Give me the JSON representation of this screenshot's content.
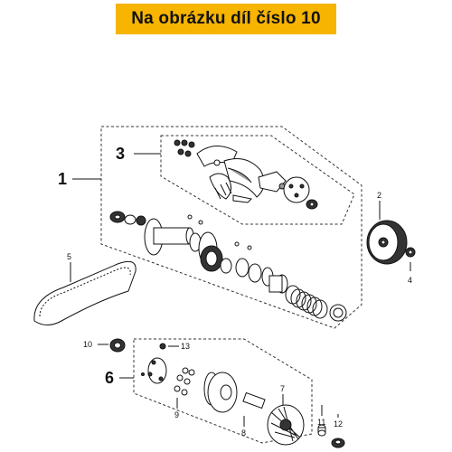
{
  "banner": {
    "text": "Na obrázku díl číslo 10",
    "color": "#f7b400"
  },
  "callouts": {
    "c1": "1",
    "c2": "2",
    "c3": "3",
    "c4": "4",
    "c5": "5",
    "c6": "6",
    "c7": "7",
    "c8": "8",
    "c9": "9",
    "c10": "10",
    "c11": "11",
    "c12": "12",
    "c13": "13"
  }
}
